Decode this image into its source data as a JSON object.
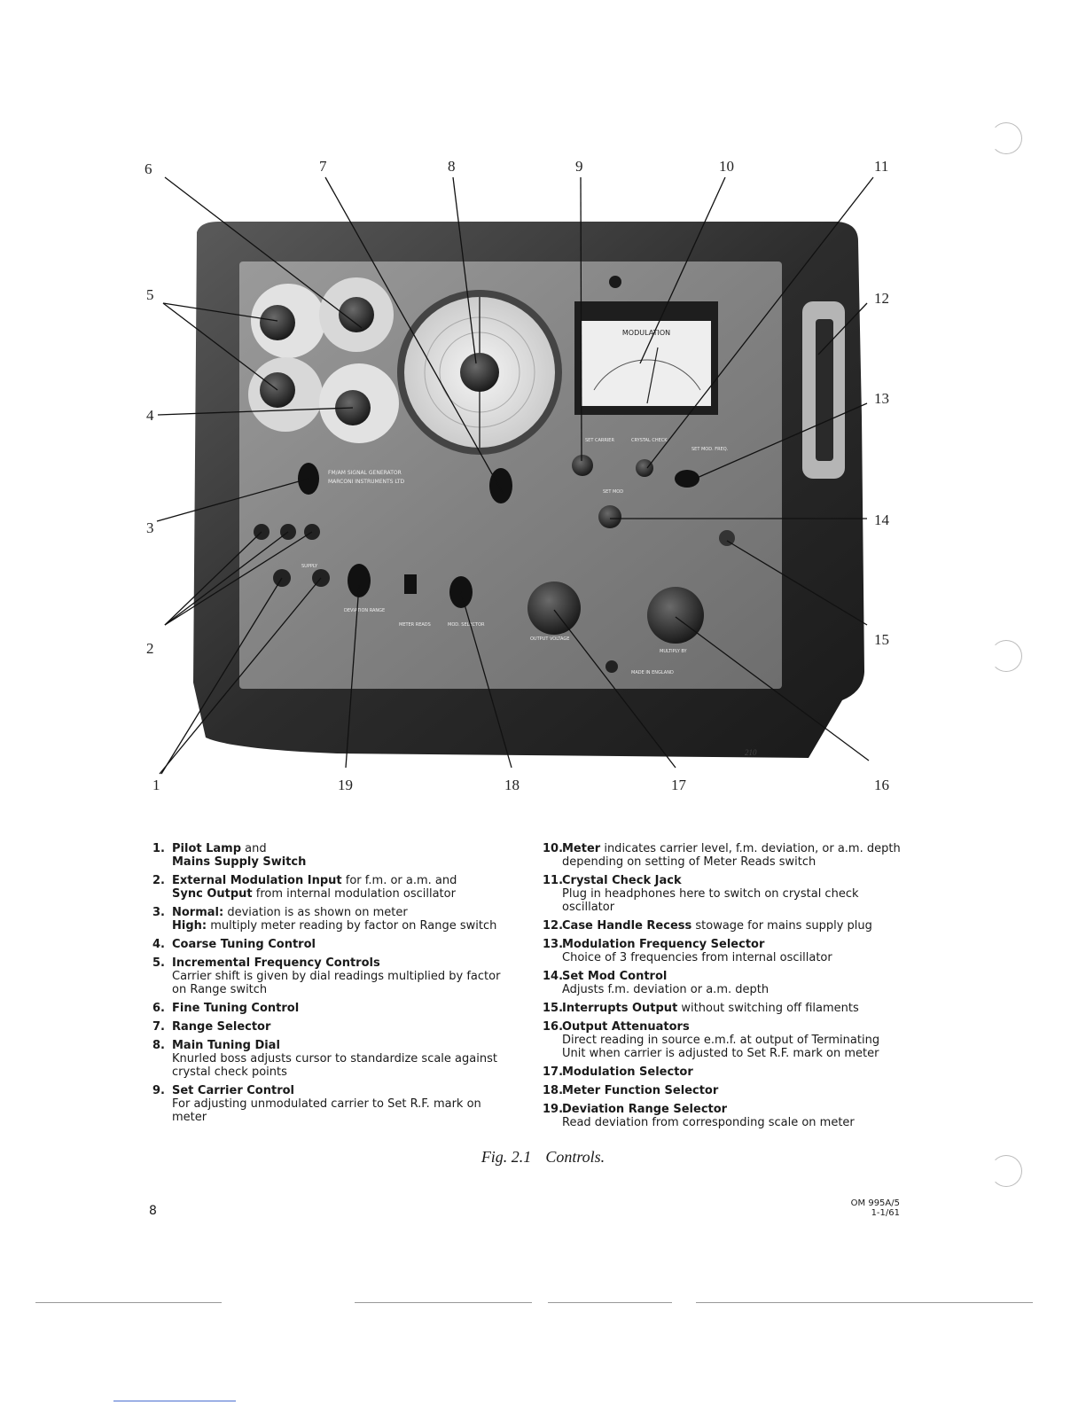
{
  "figure": {
    "image_number": "210",
    "callouts": [
      "1",
      "2",
      "3",
      "4",
      "5",
      "6",
      "7",
      "8",
      "9",
      "10",
      "11",
      "12",
      "13",
      "14",
      "15",
      "16",
      "17",
      "18",
      "19"
    ],
    "panel_labels": {
      "meter_title": "MODULATION",
      "maker": "MARCONI INSTRUMENTS LTD",
      "product": "FM/AM SIGNAL GENERATOR",
      "set_carrier": "SET CARRIER",
      "crystal_check": "CRYSTAL CHECK",
      "set_mod_freq": "SET MOD. FREQ.",
      "set_mod": "SET MOD",
      "output_voltage": "OUTPUT VOLTAGE",
      "multiply_by": "MULTIPLY BY",
      "meter_reads": "METER READS",
      "mod_selector": "MOD. SELECTOR",
      "deviation_range": "DEVIATION RANGE",
      "supply": "SUPPLY",
      "made_in_england": "MADE IN ENGLAND"
    }
  },
  "legend": {
    "left": [
      {
        "num": "1.",
        "title": "Pilot Lamp",
        "rest": " and",
        "line2_bold": "Mains Supply Switch",
        "line2": ""
      },
      {
        "num": "2.",
        "title": "External Modulation Input",
        "rest": " for f.m. or a.m. and",
        "line2_bold": "Sync Output",
        "line2": " from internal modulation oscillator"
      },
      {
        "num": "3.",
        "title": "Normal:",
        "rest": " deviation is as shown on meter",
        "line2_bold": "High:",
        "line2": " multiply meter reading by factor on Range switch"
      },
      {
        "num": "4.",
        "title": "Coarse Tuning Control",
        "rest": "",
        "line2_bold": "",
        "line2": ""
      },
      {
        "num": "5.",
        "title": "Incremental Frequency Controls",
        "rest": "",
        "line2_bold": "",
        "line2": "Carrier shift is given by dial readings multiplied by factor on Range switch"
      },
      {
        "num": "6.",
        "title": "Fine Tuning Control",
        "rest": "",
        "line2_bold": "",
        "line2": ""
      },
      {
        "num": "7.",
        "title": "Range Selector",
        "rest": "",
        "line2_bold": "",
        "line2": ""
      },
      {
        "num": "8.",
        "title": "Main Tuning Dial",
        "rest": "",
        "line2_bold": "",
        "line2": "Knurled boss adjusts cursor to standardize scale against crystal check points"
      },
      {
        "num": "9.",
        "title": "Set Carrier Control",
        "rest": "",
        "line2_bold": "",
        "line2": "For adjusting unmodulated carrier to Set R.F. mark on meter"
      }
    ],
    "right": [
      {
        "num": "10.",
        "title": "Meter",
        "rest": " indicates carrier level, f.m. deviation, or a.m. depth depending on setting of Meter Reads switch",
        "line2_bold": "",
        "line2": ""
      },
      {
        "num": "11.",
        "title": "Crystal Check Jack",
        "rest": "",
        "line2_bold": "",
        "line2": "Plug in headphones here to switch on crystal check oscillator"
      },
      {
        "num": "12.",
        "title": "Case Handle Recess",
        "rest": " stowage for mains supply plug",
        "line2_bold": "",
        "line2": ""
      },
      {
        "num": "13.",
        "title": "Modulation Frequency Selector",
        "rest": "",
        "line2_bold": "",
        "line2": "Choice of 3 frequencies from internal oscillator"
      },
      {
        "num": "14.",
        "title": "Set Mod Control",
        "rest": "",
        "line2_bold": "",
        "line2": "Adjusts f.m. deviation or a.m. depth"
      },
      {
        "num": "15.",
        "title": "Interrupts Output",
        "rest": " without switching off filaments",
        "line2_bold": "",
        "line2": ""
      },
      {
        "num": "16.",
        "title": "Output Attenuators",
        "rest": "",
        "line2_bold": "",
        "line2": "Direct reading in source e.m.f. at output of Terminating Unit when carrier is adjusted to Set R.F. mark on meter"
      },
      {
        "num": "17.",
        "title": "Modulation Selector",
        "rest": "",
        "line2_bold": "",
        "line2": ""
      },
      {
        "num": "18.",
        "title": "Meter Function Selector",
        "rest": "",
        "line2_bold": "",
        "line2": ""
      },
      {
        "num": "19.",
        "title": "Deviation Range Selector",
        "rest": "",
        "line2_bold": "",
        "line2": "Read deviation from corresponding scale on meter"
      }
    ]
  },
  "caption": {
    "fig": "Fig. 2.1",
    "text": "Controls."
  },
  "page_number": "8",
  "doc_ref": {
    "line1": "OM 995A/5",
    "line2": "1-1/61"
  }
}
